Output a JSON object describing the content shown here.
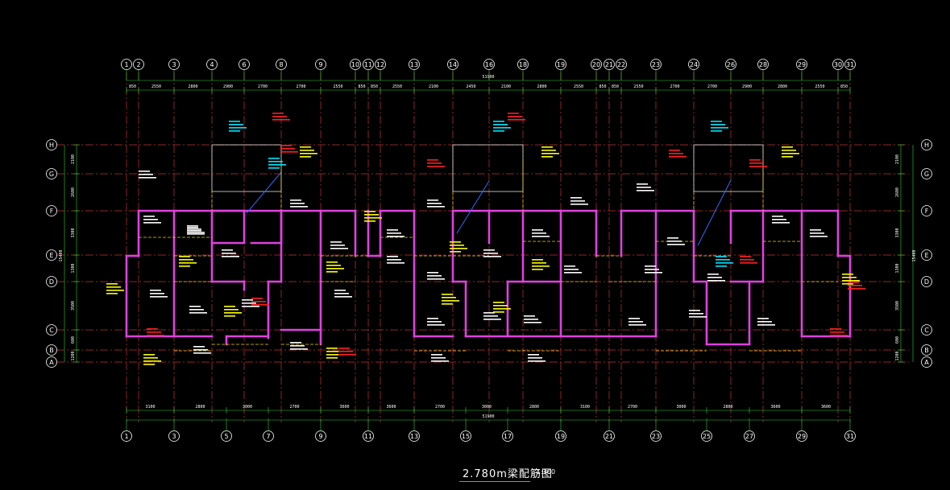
{
  "drawing": {
    "title": "2.780m梁配筋图",
    "scale": "1:100",
    "colors": {
      "background": "#000000",
      "grid_axis": "#c83232",
      "dimension": "#2fd12f",
      "wall": "#e040e0",
      "beam_dash": "#e8d200",
      "text": "#ffffff",
      "annotation_yellow": "#ffff00",
      "annotation_cyan": "#00e5ff",
      "annotation_red": "#ff2020"
    }
  },
  "top_axes": [
    "1",
    "2",
    "3",
    "4",
    "6",
    "8",
    "9",
    "10",
    "11",
    "12",
    "13",
    "14",
    "16",
    "18",
    "19",
    "20",
    "21",
    "22",
    "23",
    "24",
    "26",
    "28",
    "29",
    "30",
    "31"
  ],
  "bottom_axes": [
    "1",
    "3",
    "5",
    "7",
    "9",
    "11",
    "13",
    "15",
    "17",
    "19",
    "21",
    "23",
    "25",
    "27",
    "29",
    "31"
  ],
  "row_axes": [
    "H",
    "G",
    "F",
    "E",
    "D",
    "C",
    "B",
    "A"
  ],
  "top_dims": [
    "850",
    "2550",
    "2800",
    "2900",
    "2700",
    "2700",
    "2550",
    "850",
    "850",
    "2550",
    "2100",
    "2450",
    "2100",
    "2800",
    "2550",
    "850",
    "850",
    "2550",
    "2700",
    "2700",
    "2900",
    "2800",
    "2550",
    "850"
  ],
  "top_total": "51900",
  "bottom_dims": [
    "3100",
    "2800",
    "3000",
    "2700",
    "3600",
    "3600",
    "2700",
    "3000",
    "2800",
    "3100",
    "2700",
    "3000",
    "2800",
    "3600",
    "3600"
  ],
  "bottom_total": "51900",
  "left_dims": [
    "2100",
    "2600",
    "3300",
    "1300",
    "3500",
    "600",
    "1200"
  ],
  "right_dims": [
    "2100",
    "2600",
    "3300",
    "1300",
    "3500",
    "600",
    "1200"
  ],
  "left_total": "15400",
  "right_total": "15400"
}
